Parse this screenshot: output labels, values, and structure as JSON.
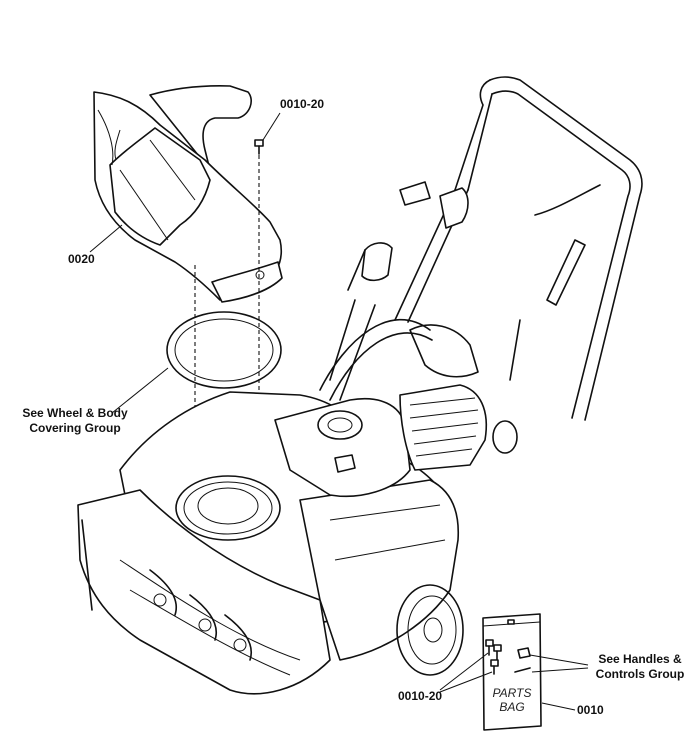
{
  "labels": {
    "part_0010_20_top": "0010-20",
    "part_0020": "0020",
    "wheel_body_line1": "See Wheel & Body",
    "wheel_body_line2": "Covering Group",
    "handles_line1": "See Handles &",
    "handles_line2": "Controls Group",
    "part_0010_20_bottom": "0010-20",
    "part_0010": "0010",
    "parts_bag_line1": "PARTS",
    "parts_bag_line2": "BAG"
  }
}
